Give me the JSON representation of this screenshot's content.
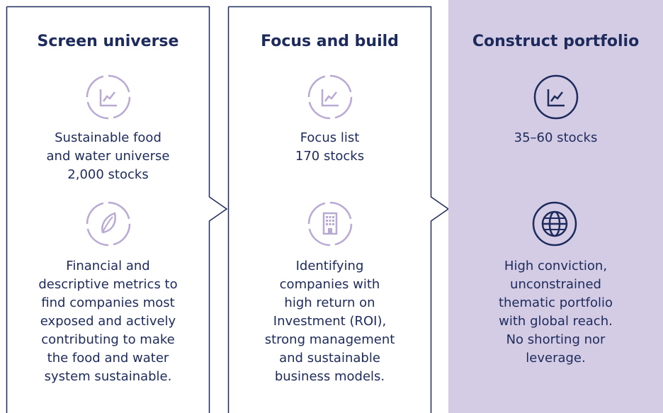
{
  "colors": {
    "navy": "#1d2a5c",
    "lavender_icon": "#b9a9d4",
    "highlight_panel": "#d4cce4"
  },
  "steps": [
    {
      "title": "Screen universe",
      "icon1": "line-chart-icon",
      "text1": "Sustainable food\nand water universe\n2,000 stocks",
      "icon2": "leaf-icon",
      "text2": "Financial and\ndescriptive metrics to\nfind companies most\nexposed and actively\ncontributing to make\nthe food and water\nsystem sustainable."
    },
    {
      "title": "Focus and build",
      "icon1": "line-chart-icon",
      "text1": "Focus list\n170 stocks",
      "icon2": "building-icon",
      "text2": "Identifying\ncompanies with\nhigh return on\nInvestment (ROI),\nstrong management\nand sustainable\nbusiness models."
    },
    {
      "title": "Construct portfolio",
      "icon1": "line-chart-icon",
      "text1": "35–60 stocks",
      "icon2": "globe-icon",
      "text2": "High conviction,\nunconstrained\nthematic portfolio\nwith global reach.\nNo shorting nor\nleverage."
    }
  ]
}
